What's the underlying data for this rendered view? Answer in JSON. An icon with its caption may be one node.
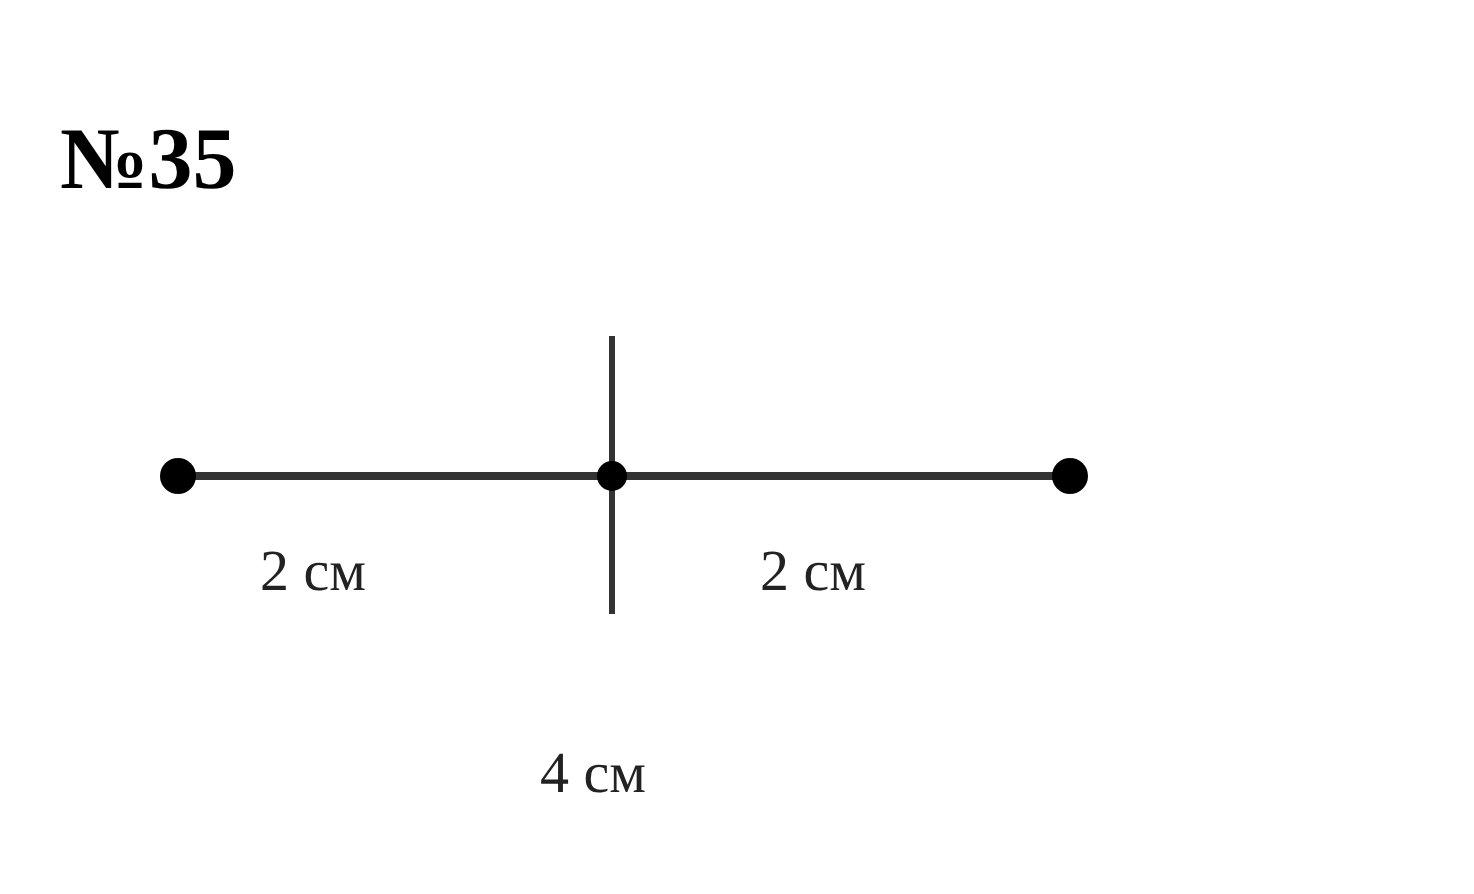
{
  "diagram": {
    "title": "№35",
    "labels": [
      "2 см",
      "2 см",
      "4 см"
    ]
  }
}
